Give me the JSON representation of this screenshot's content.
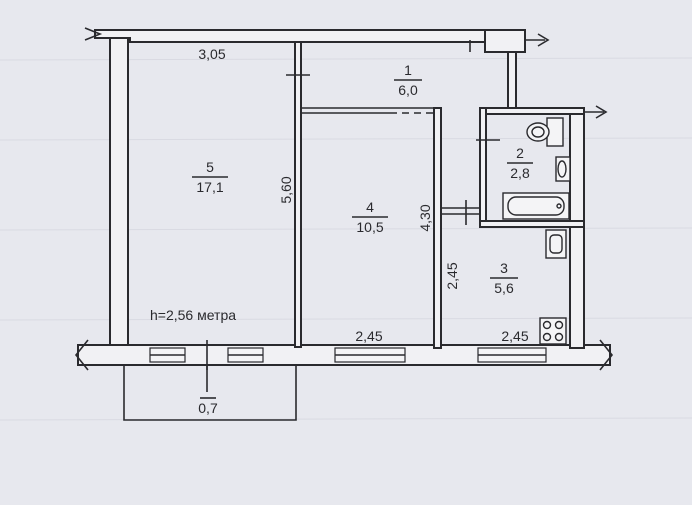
{
  "plan": {
    "ceiling_height": "h=2,56 метра",
    "rooms": [
      {
        "number": "1",
        "area": "6,0"
      },
      {
        "number": "2",
        "area": "2,8"
      },
      {
        "number": "3",
        "area": "5,6"
      },
      {
        "number": "4",
        "area": "10,5"
      },
      {
        "number": "5",
        "area": "17,1"
      }
    ],
    "dimensions": {
      "room5_width": "3,05",
      "room5_depth": "5,60",
      "room4_depth": "4,30",
      "room4_width": "2,45",
      "room3_width": "2,45",
      "room3_depth": "2,45",
      "balcony_depth": "0,7"
    }
  }
}
